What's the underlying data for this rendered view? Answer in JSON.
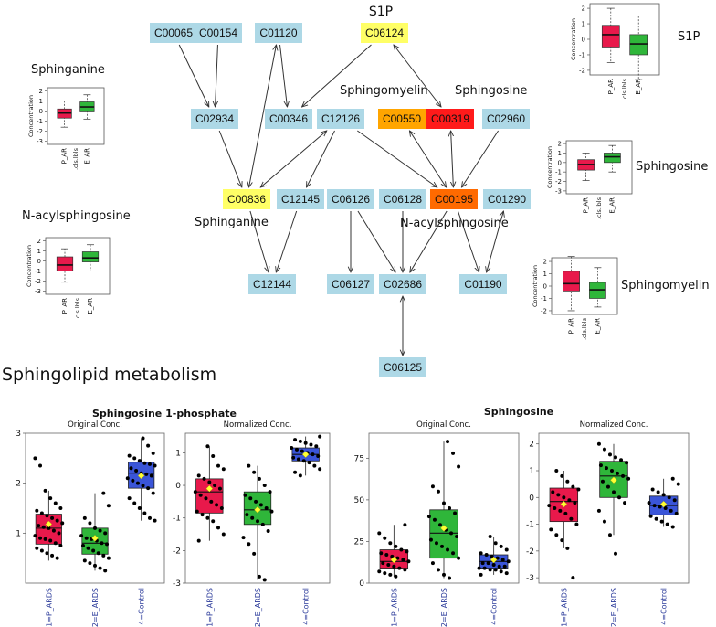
{
  "pathway": {
    "title": "Sphingolipid metabolism",
    "colors": {
      "default": "#add8e6",
      "yellow": "#ffff66",
      "orange": "#ffa500",
      "red": "#ff1a1a",
      "darkorange": "#ff6a00"
    },
    "nodes": [
      {
        "id": "C00065",
        "color": "default"
      },
      {
        "id": "C00154",
        "color": "default"
      },
      {
        "id": "C01120",
        "color": "default"
      },
      {
        "id": "C06124",
        "color": "yellow"
      },
      {
        "id": "C02934",
        "color": "default"
      },
      {
        "id": "C00346",
        "color": "default"
      },
      {
        "id": "C12126",
        "color": "default"
      },
      {
        "id": "C00550",
        "color": "orange"
      },
      {
        "id": "C00319",
        "color": "red"
      },
      {
        "id": "C02960",
        "color": "default"
      },
      {
        "id": "C00836",
        "color": "yellow"
      },
      {
        "id": "C12145",
        "color": "default"
      },
      {
        "id": "C06126",
        "color": "default"
      },
      {
        "id": "C06128",
        "color": "default"
      },
      {
        "id": "C00195",
        "color": "darkorange"
      },
      {
        "id": "C01290",
        "color": "default"
      },
      {
        "id": "C12144",
        "color": "default"
      },
      {
        "id": "C06127",
        "color": "default"
      },
      {
        "id": "C02686",
        "color": "default"
      },
      {
        "id": "C01190",
        "color": "default"
      },
      {
        "id": "C06125",
        "color": "default"
      }
    ],
    "labels": {
      "s1p": "S1P",
      "sphingomyelin": "Sphingomyelin",
      "sphingosine": "Sphingosine",
      "sphinganine": "Sphinganine",
      "nacyl": "N-acylsphingosine"
    }
  },
  "mini_plots": [
    {
      "name": "Sphinganine",
      "ylabel": "Concentration",
      "xlabel": ".cls.lbls",
      "categories": [
        "P_AR",
        "E_AR"
      ],
      "yticks": [
        2,
        1,
        0,
        -1,
        -2,
        -3
      ],
      "boxes": [
        {
          "q1": -0.7,
          "med": -0.2,
          "q3": 0.2,
          "lo": -1.6,
          "hi": 1.0,
          "color": "#e8194b"
        },
        {
          "q1": 0.0,
          "med": 0.4,
          "q3": 0.9,
          "lo": -0.8,
          "hi": 1.6,
          "color": "#2fb63a"
        }
      ]
    },
    {
      "name": "N-acylsphingosine",
      "ylabel": "Concentration",
      "xlabel": ".cls.lbls",
      "categories": [
        "P_AR",
        "E_AR"
      ],
      "yticks": [
        2,
        1,
        0,
        -1,
        -2,
        -3
      ],
      "boxes": [
        {
          "q1": -1.0,
          "med": -0.4,
          "q3": 0.4,
          "lo": -2.1,
          "hi": 1.2,
          "color": "#e8194b"
        },
        {
          "q1": -0.1,
          "med": 0.3,
          "q3": 0.9,
          "lo": -1.0,
          "hi": 1.6,
          "color": "#2fb63a"
        }
      ]
    },
    {
      "name": "S1P",
      "ylabel": "Concentration",
      "xlabel": ".cls.lbls",
      "categories": [
        "P_AR",
        "E_AR"
      ],
      "yticks": [
        2,
        1,
        0,
        -1,
        -2
      ],
      "boxes": [
        {
          "q1": -0.5,
          "med": 0.3,
          "q3": 0.9,
          "lo": -1.5,
          "hi": 2.0,
          "color": "#e8194b"
        },
        {
          "q1": -1.0,
          "med": -0.3,
          "q3": 0.3,
          "lo": -2.6,
          "hi": 1.5,
          "color": "#2fb63a"
        }
      ]
    },
    {
      "name": "Sphingosine",
      "ylabel": "Concentration",
      "xlabel": ".cls.lbls",
      "categories": [
        "P_AR",
        "E_AR"
      ],
      "yticks": [
        2,
        1,
        0,
        -1,
        -2,
        -3
      ],
      "boxes": [
        {
          "q1": -0.8,
          "med": -0.2,
          "q3": 0.3,
          "lo": -1.9,
          "hi": 1.0,
          "color": "#e8194b"
        },
        {
          "q1": 0.0,
          "med": 0.6,
          "q3": 1.0,
          "lo": -1.0,
          "hi": 1.8,
          "color": "#2fb63a"
        }
      ]
    },
    {
      "name": "Sphingomyelin",
      "ylabel": "Concentration",
      "xlabel": ".cls.lbls",
      "categories": [
        "P_AR",
        "E_AR"
      ],
      "yticks": [
        2,
        1,
        0,
        -1,
        -2
      ],
      "boxes": [
        {
          "q1": -0.4,
          "med": 0.2,
          "q3": 1.2,
          "lo": -2.0,
          "hi": 2.4,
          "color": "#e8194b"
        },
        {
          "q1": -1.0,
          "med": -0.3,
          "q3": 0.3,
          "lo": -1.7,
          "hi": 1.5,
          "color": "#2fb63a"
        }
      ]
    }
  ],
  "chart_data": [
    {
      "type": "box",
      "title": "Sphingosine 1-phosphate",
      "subtitle": "Original Conc.",
      "categories": [
        "1=P_ARDS",
        "2=E_ARDS",
        "4=Control"
      ],
      "ylim": [
        0,
        3
      ],
      "yticks": [
        1,
        2,
        3
      ],
      "boxes": [
        {
          "lo": 0.45,
          "q1": 0.78,
          "med": 1.1,
          "q3": 1.38,
          "hi": 1.85,
          "mean": 1.18,
          "color": "#e8194b",
          "points": [
            2.5,
            2.35,
            1.85,
            1.7,
            1.6,
            1.5,
            1.45,
            1.4,
            1.35,
            1.3,
            1.25,
            1.2,
            1.15,
            1.12,
            1.1,
            1.05,
            1.0,
            0.95,
            0.9,
            0.88,
            0.85,
            0.8,
            0.75,
            0.7,
            0.65,
            0.6,
            0.55,
            0.5
          ]
        },
        {
          "lo": 0.25,
          "q1": 0.58,
          "med": 0.8,
          "q3": 1.1,
          "hi": 1.8,
          "mean": 0.9,
          "color": "#2fb63a",
          "points": [
            1.8,
            1.55,
            1.3,
            1.2,
            1.1,
            1.05,
            1.0,
            0.95,
            0.9,
            0.88,
            0.85,
            0.8,
            0.78,
            0.75,
            0.7,
            0.65,
            0.6,
            0.55,
            0.5,
            0.45,
            0.4,
            0.35,
            0.3,
            0.25
          ]
        },
        {
          "lo": 1.25,
          "q1": 1.9,
          "med": 2.2,
          "q3": 2.42,
          "hi": 2.9,
          "mean": 2.15,
          "color": "#3a55d8",
          "points": [
            2.9,
            2.75,
            2.6,
            2.55,
            2.5,
            2.45,
            2.4,
            2.38,
            2.35,
            2.3,
            2.25,
            2.2,
            2.18,
            2.15,
            2.1,
            2.05,
            2.0,
            1.95,
            1.9,
            1.8,
            1.7,
            1.6,
            1.5,
            1.4,
            1.3,
            1.25
          ]
        }
      ]
    },
    {
      "type": "box",
      "title": "",
      "subtitle": "Normalized Conc.",
      "categories": [
        "1=P_ARDS",
        "2=E_ARDS",
        "4=Control"
      ],
      "ylim": [
        -3,
        1.6
      ],
      "yticks": [
        1,
        0,
        -1,
        -2,
        -3
      ],
      "boxes": [
        {
          "lo": -1.7,
          "q1": -0.85,
          "med": -0.2,
          "q3": 0.2,
          "hi": 1.2,
          "mean": -0.1,
          "color": "#e8194b",
          "points": [
            1.2,
            0.9,
            0.6,
            0.5,
            0.3,
            0.2,
            0.1,
            0.0,
            -0.1,
            -0.2,
            -0.3,
            -0.4,
            -0.5,
            -0.6,
            -0.7,
            -0.8,
            -0.9,
            -1.0,
            -1.1,
            -1.3,
            -1.5,
            -1.7
          ]
        },
        {
          "lo": -2.9,
          "q1": -1.2,
          "med": -0.75,
          "q3": -0.2,
          "hi": 0.6,
          "mean": -0.75,
          "color": "#2fb63a",
          "points": [
            0.6,
            0.4,
            0.2,
            0.0,
            -0.2,
            -0.3,
            -0.4,
            -0.5,
            -0.6,
            -0.7,
            -0.8,
            -0.9,
            -1.0,
            -1.1,
            -1.2,
            -1.4,
            -1.6,
            -1.8,
            -2.1,
            -2.8,
            -2.9
          ]
        },
        {
          "lo": 0.3,
          "q1": 0.75,
          "med": 0.95,
          "q3": 1.15,
          "hi": 1.5,
          "mean": 0.95,
          "color": "#3a55d8",
          "points": [
            1.5,
            1.4,
            1.35,
            1.3,
            1.25,
            1.2,
            1.15,
            1.1,
            1.05,
            1.0,
            0.95,
            0.9,
            0.85,
            0.8,
            0.75,
            0.7,
            0.6,
            0.5,
            0.4,
            0.3
          ]
        }
      ]
    },
    {
      "type": "box",
      "title": "Sphingosine",
      "subtitle": "Original Conc.",
      "categories": [
        "1=P_ARDS",
        "2=E_ARDS",
        "4=Control"
      ],
      "ylim": [
        0,
        90
      ],
      "yticks": [
        0,
        25,
        50,
        75
      ],
      "boxes": [
        {
          "lo": 4,
          "q1": 9,
          "med": 13,
          "q3": 20,
          "hi": 35,
          "mean": 14,
          "color": "#e8194b",
          "points": [
            35,
            30,
            27,
            24,
            22,
            20,
            19,
            18,
            17,
            16,
            15,
            14,
            13,
            12,
            11,
            10,
            9,
            8,
            7,
            6,
            5,
            4
          ]
        },
        {
          "lo": 3,
          "q1": 15,
          "med": 30,
          "q3": 44,
          "hi": 85,
          "mean": 33,
          "color": "#2fb63a",
          "points": [
            85,
            78,
            70,
            58,
            55,
            48,
            45,
            42,
            40,
            38,
            35,
            32,
            30,
            28,
            26,
            24,
            22,
            20,
            18,
            15,
            12,
            8,
            5,
            3
          ]
        },
        {
          "lo": 5,
          "q1": 9,
          "med": 13,
          "q3": 17,
          "hi": 28,
          "mean": 14,
          "color": "#3a55d8",
          "points": [
            28,
            24,
            22,
            20,
            18,
            17,
            16,
            15,
            14,
            13,
            12,
            12,
            11,
            10,
            10,
            9,
            9,
            8,
            8,
            7,
            6,
            5
          ]
        }
      ]
    },
    {
      "type": "box",
      "title": "",
      "subtitle": "Normalized Conc.",
      "categories": [
        "1=P_ARDS",
        "2=E_ARDS",
        "4=Control"
      ],
      "ylim": [
        -3.2,
        2.4
      ],
      "yticks": [
        2,
        1,
        0,
        -1,
        -2,
        -3
      ],
      "boxes": [
        {
          "lo": -1.9,
          "q1": -0.9,
          "med": -0.15,
          "q3": 0.35,
          "hi": 1.0,
          "mean": -0.25,
          "color": "#e8194b",
          "points": [
            1.0,
            0.8,
            0.6,
            0.4,
            0.3,
            0.2,
            0.1,
            0.0,
            -0.1,
            -0.2,
            -0.3,
            -0.4,
            -0.5,
            -0.6,
            -0.8,
            -1.0,
            -1.2,
            -1.4,
            -1.6,
            -1.9,
            -3.0
          ]
        },
        {
          "lo": -1.4,
          "q1": 0.0,
          "med": 0.8,
          "q3": 1.35,
          "hi": 2.0,
          "mean": 0.65,
          "color": "#2fb63a",
          "points": [
            2.0,
            1.8,
            1.6,
            1.5,
            1.4,
            1.3,
            1.2,
            1.1,
            1.0,
            0.9,
            0.8,
            0.7,
            0.6,
            0.4,
            0.2,
            0.0,
            -0.2,
            -0.5,
            -0.9,
            -1.4,
            -2.1
          ]
        },
        {
          "lo": -1.1,
          "q1": -0.65,
          "med": -0.3,
          "q3": 0.05,
          "hi": 0.7,
          "mean": -0.25,
          "color": "#3a55d8",
          "points": [
            0.7,
            0.5,
            0.3,
            0.2,
            0.1,
            0.0,
            -0.1,
            -0.2,
            -0.3,
            -0.35,
            -0.4,
            -0.5,
            -0.6,
            -0.7,
            -0.8,
            -0.9,
            -1.0,
            -1.1
          ]
        }
      ]
    }
  ]
}
